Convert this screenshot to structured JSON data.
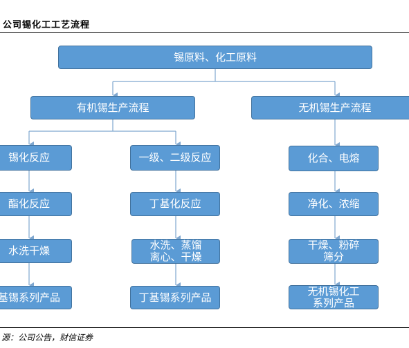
{
  "header": {
    "title": "公司锡化工工艺流程"
  },
  "footer": {
    "source": "源：公司公告，财信证券"
  },
  "diagram": {
    "root": "锡原料、化工原料",
    "organic": {
      "title": "有机锡生产流程",
      "left_steps": [
        "锡化反应",
        "酯化反应",
        "水洗干燥",
        "基锡系列产品"
      ],
      "right_steps": [
        "一级、二级反应",
        "丁基化反应",
        "水洗、蒸馏\n离心、干燥",
        "丁基锡系列产品"
      ]
    },
    "inorganic": {
      "title": "无机锡生产流程",
      "steps": [
        "化合、电熔",
        "净化、浓缩",
        "干燥、粉碎\n筛分",
        "无机锡化工\n系列产品"
      ]
    },
    "colors": {
      "box": "#5b9bd5",
      "border": "#41719c",
      "line": "#7fa7cf"
    }
  }
}
